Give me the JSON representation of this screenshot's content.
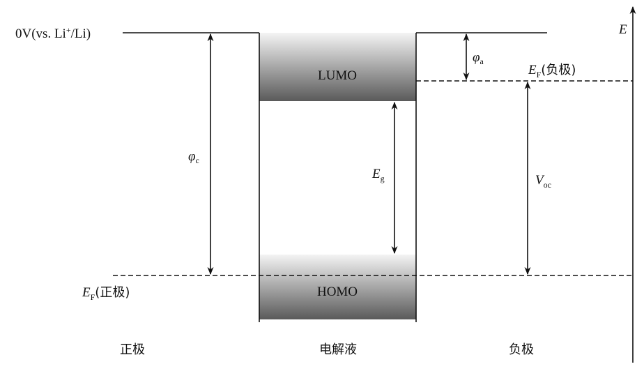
{
  "labels": {
    "zero_volt": "0V(vs. Li",
    "zero_volt_sup": "+",
    "zero_volt_tail": "/Li)",
    "lumo": "LUMO",
    "homo": "HOMO",
    "phi_c": "φ",
    "phi_c_sub": "c",
    "phi_a": "φ",
    "phi_a_sub": "a",
    "eg": "E",
    "eg_sub": "g",
    "voc": "V",
    "voc_sub": "oc",
    "ef_neg": "E",
    "ef_neg_sub": "F",
    "ef_neg_tail": "(负极)",
    "ef_pos": "E",
    "ef_pos_sub": "F",
    "ef_pos_tail": "(正极)",
    "energy_axis": "E"
  },
  "regions": {
    "cathode": "正极",
    "electrolyte": "电解液",
    "anode": "负极"
  }
}
